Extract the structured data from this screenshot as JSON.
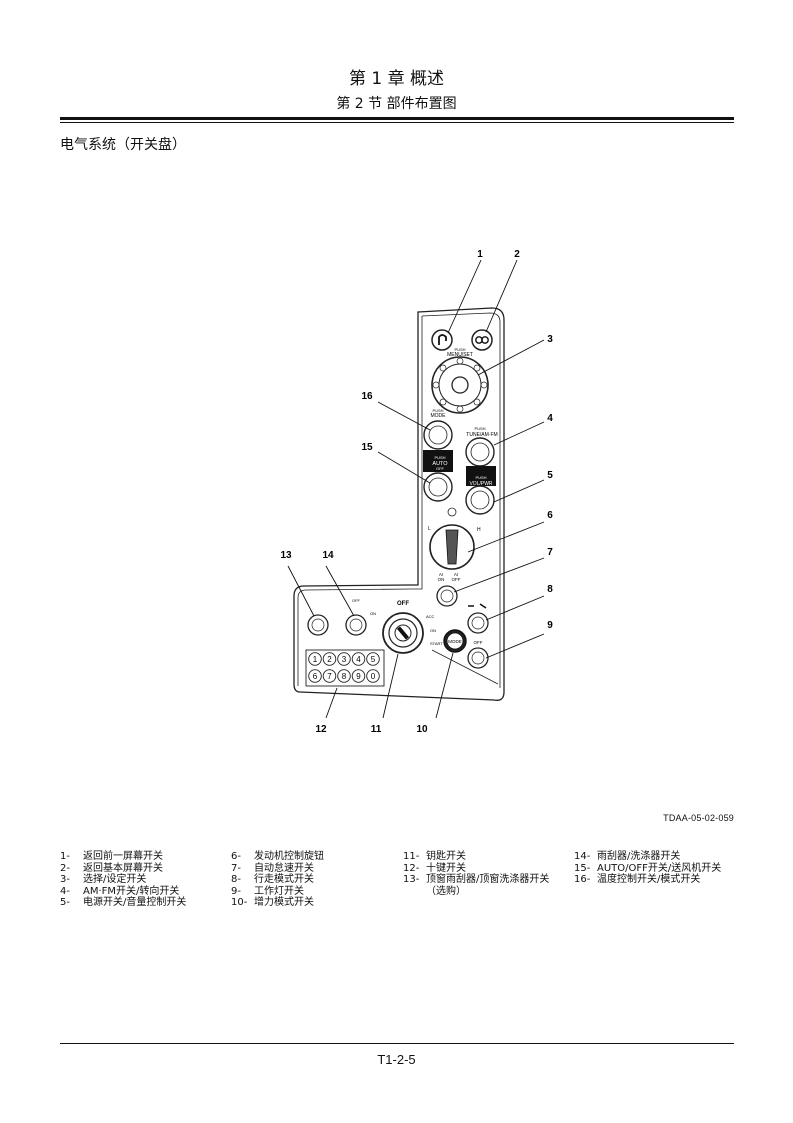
{
  "header": {
    "chapter": "第 1 章 概述",
    "section": "第 2 节 部件布置图"
  },
  "section_title": "电气系统（开关盘）",
  "diagram": {
    "callouts": [
      "1",
      "2",
      "3",
      "4",
      "5",
      "6",
      "7",
      "8",
      "9",
      "10",
      "11",
      "12",
      "13",
      "14",
      "15",
      "16"
    ],
    "labels": {
      "push_menuset": "PUSH",
      "menuset": "MENU/SET",
      "push_mode": "PUSH",
      "mode": "MODE",
      "push_auto": "PUSH",
      "auto": "AUTO",
      "off_small": "OFF",
      "push_tune": "PUSH",
      "tune": "TUNE/AM·FM",
      "push_vol": "PUSH",
      "vol": "VOL/PWR",
      "engine_l": "L",
      "engine_h": "H",
      "ai_on": "AI",
      "on": "ON",
      "ai_off": "AI",
      "off_ai": "OFF",
      "key_off": "OFF",
      "key_acc": "ACC",
      "key_on": "ON",
      "key_start": "START",
      "mode_btn": "MODE",
      "off_light": "OFF",
      "wiper_off": "OFF",
      "wiper_on": "ON",
      "keypad_row1": [
        "1",
        "2",
        "3",
        "4",
        "5"
      ],
      "keypad_row2": [
        "6",
        "7",
        "8",
        "9",
        "0"
      ]
    }
  },
  "figure_id": "TDAA-05-02-059",
  "legend": {
    "col1": [
      {
        "num": "1-",
        "text": "返回前一屏幕开关"
      },
      {
        "num": "2-",
        "text": "返回基本屏幕开关"
      },
      {
        "num": "3-",
        "text": "选择/设定开关"
      },
      {
        "num": "4-",
        "text": "AM·FM开关/转向开关"
      },
      {
        "num": "5-",
        "text": "电源开关/音量控制开关"
      }
    ],
    "col2": [
      {
        "num": "6-",
        "text": "发动机控制旋钮"
      },
      {
        "num": "7-",
        "text": "自动怠速开关"
      },
      {
        "num": "8-",
        "text": "行走模式开关"
      },
      {
        "num": "9-",
        "text": "工作灯开关"
      },
      {
        "num": "10-",
        "text": "增力模式开关"
      }
    ],
    "col3": [
      {
        "num": "11-",
        "text": "钥匙开关"
      },
      {
        "num": "12-",
        "text": "十键开关"
      },
      {
        "num": "13-",
        "text": "顶窗雨刮器/顶窗洗涤器开关"
      }
    ],
    "col3_cont": "（选购）",
    "col4": [
      {
        "num": "14-",
        "text": "雨刮器/洗涤器开关"
      },
      {
        "num": "15-",
        "text": "AUTO/OFF开关/送风机开关"
      },
      {
        "num": "16-",
        "text": "温度控制开关/模式开关"
      }
    ]
  },
  "page_number": "T1-2-5"
}
